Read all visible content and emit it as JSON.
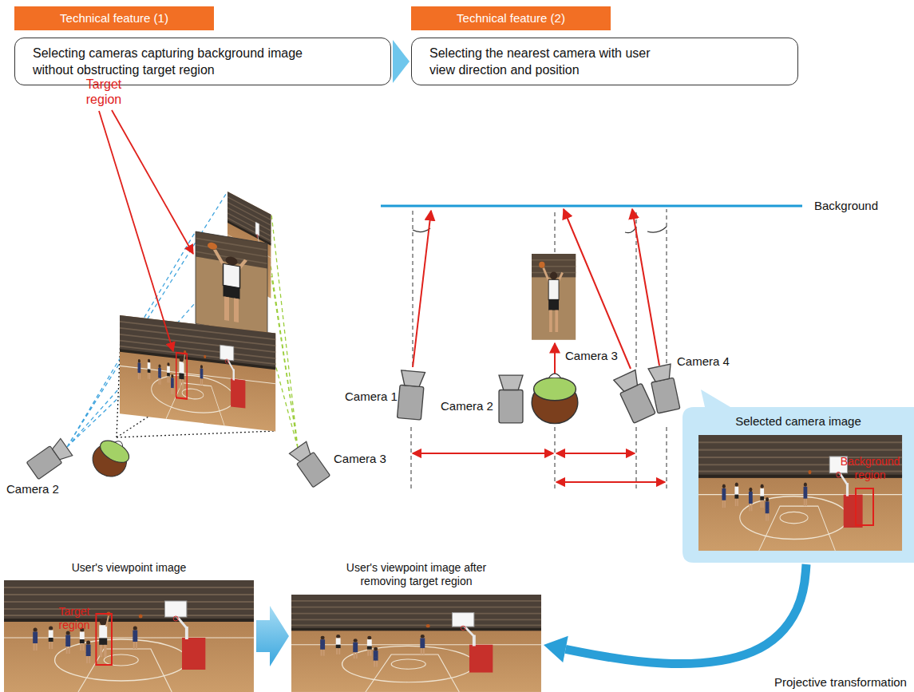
{
  "diagram": {
    "nodes": [
      {
        "text": [
          "Technical feature (1)"
        ]
      },
      {
        "text": [
          "Technical feature (2)"
        ]
      },
      {
        "text": [
          "Selecting cameras capturing background image without obstructing target region"
        ]
      },
      {
        "text": [
          "Selecting the nearest camera with user view direction and position"
        ]
      },
      {
        "text": [
          "Selected camera image"
        ]
      },
      {
        "text": [
          "User's viewpoint image"
        ]
      },
      {
        "text": [
          "User's viewpoint image after removing target region"
        ]
      }
    ],
    "edges": [
      {
        "from": 2,
        "to": 3,
        "arrow": "to"
      },
      {
        "from": 5,
        "to": 6,
        "arrow": "to"
      },
      {
        "from": 4,
        "to": 6,
        "arrow": "to",
        "label": "Projective transformation"
      }
    ],
    "labels": [
      "Target region",
      "Camera 2",
      "Camera 3",
      "Background",
      "Camera 1",
      "Camera 2",
      "Camera 3",
      "Camera 4",
      "Background region",
      "Target region"
    ]
  }
}
